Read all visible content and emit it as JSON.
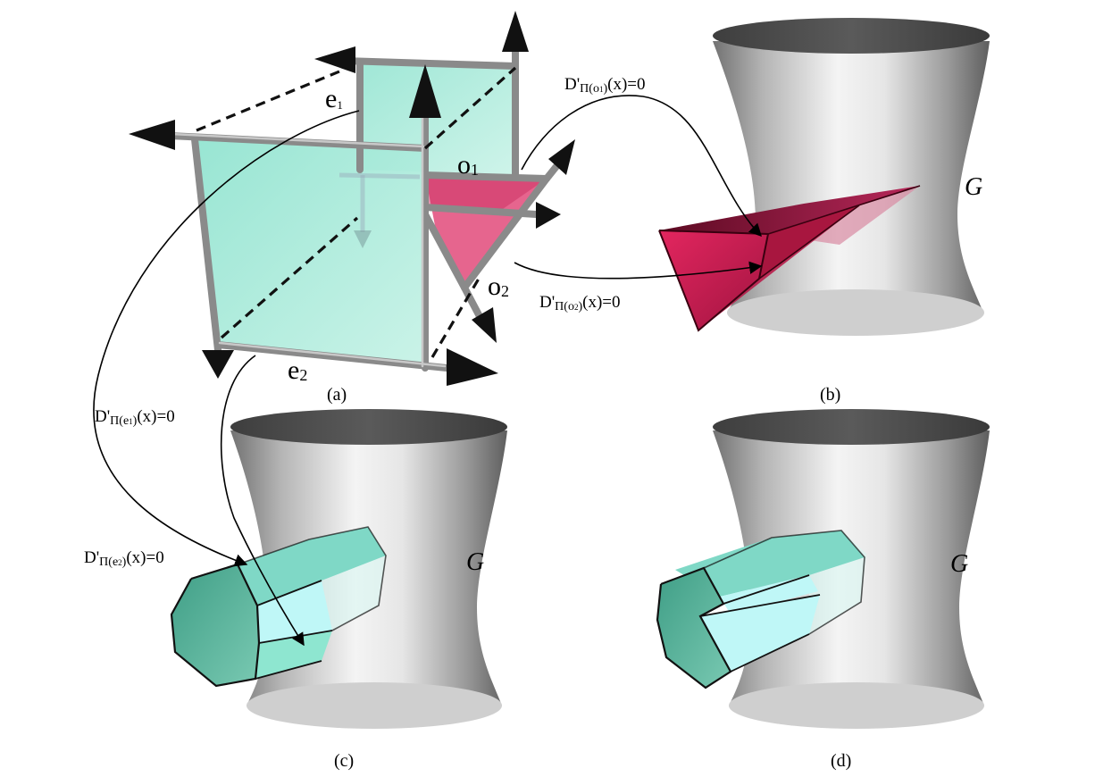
{
  "figure": {
    "panels": [
      {
        "id": "a",
        "caption": "(a)"
      },
      {
        "id": "b",
        "caption": "(b)"
      },
      {
        "id": "c",
        "caption": "(c)"
      },
      {
        "id": "d",
        "caption": "(d)"
      }
    ],
    "labels": {
      "e1": {
        "base": "e",
        "sub": "1"
      },
      "e2": {
        "base": "e",
        "sub": "2"
      },
      "o1": {
        "base": "o",
        "sub": "1"
      },
      "o2": {
        "base": "o",
        "sub": "2"
      },
      "g_b": "G",
      "g_c": "G",
      "g_d": "G"
    },
    "equations": {
      "o1": {
        "pre": "D'",
        "op": "Π",
        "lp": "(",
        "var": "o",
        "sub": "1",
        "rp": ")",
        "post": "(x)=0"
      },
      "o2": {
        "pre": "D'",
        "op": "Π",
        "lp": "(",
        "var": "o",
        "sub": "2",
        "rp": ")",
        "post": "(x)=0"
      },
      "e1": {
        "pre": "D'",
        "op": "Π",
        "lp": "(",
        "var": "e",
        "sub": "1",
        "rp": ")",
        "post": "(x)=0"
      },
      "e2": {
        "pre": "D'",
        "op": "Π",
        "lp": "(",
        "var": "e",
        "sub": "2",
        "rp": ")",
        "post": "(x)=0"
      }
    },
    "colors": {
      "teal_face": "#8fe3cf",
      "teal_dark": "#3f9e86",
      "cyan_light": "#bff7f7",
      "magenta": "#d4245a",
      "magenta_dark": "#7a0d2e",
      "rod": "#8a8a8a",
      "cylinder_light": "#f2f2f2",
      "cylinder_dark": "#6e6e6e"
    }
  }
}
